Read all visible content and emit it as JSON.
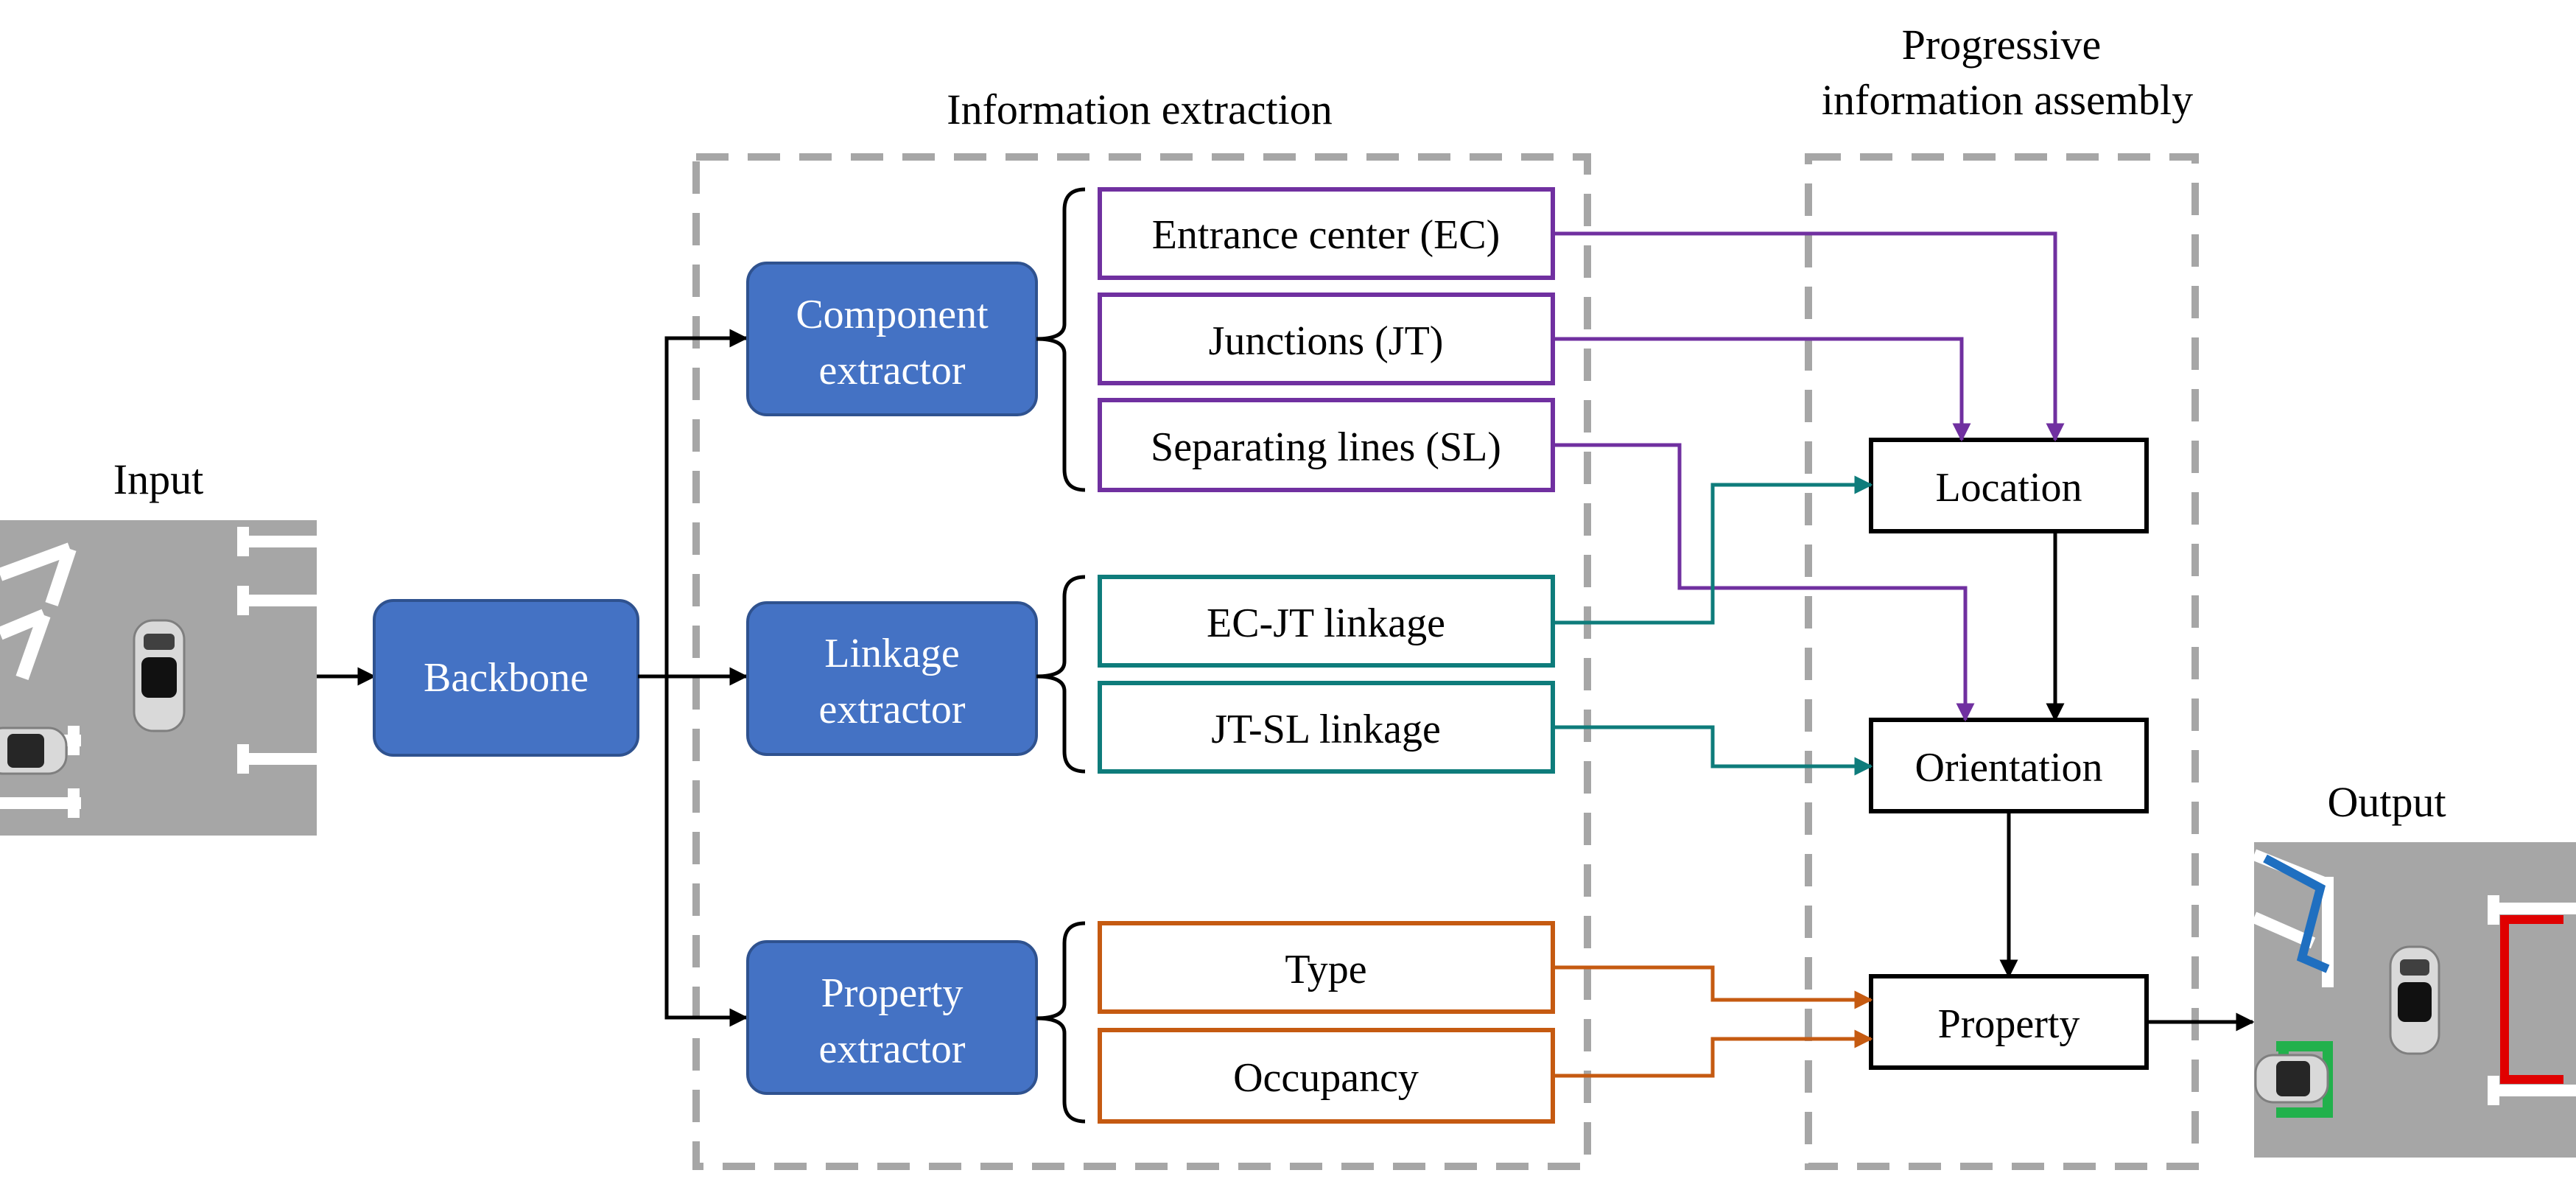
{
  "input_label": "Input",
  "output_label": "Output",
  "backbone": "Backbone",
  "groups": {
    "extraction_title": "Information extraction",
    "assembly_title_line1": "Progressive",
    "assembly_title_line2": "information assembly"
  },
  "extractors": {
    "component": [
      "Component",
      "extractor"
    ],
    "linkage": [
      "Linkage",
      "extractor"
    ],
    "property": [
      "Property",
      "extractor"
    ]
  },
  "outputs": {
    "ec": "Entrance center (EC)",
    "jt": "Junctions (JT)",
    "sl": "Separating lines (SL)",
    "ecjt": "EC-JT linkage",
    "jtsl": "JT-SL linkage",
    "type": "Type",
    "occupancy": "Occupancy"
  },
  "assembly": {
    "location": "Location",
    "orientation": "Orientation",
    "property": "Property"
  },
  "colors": {
    "blue_box": "#4472C4",
    "blue_border": "#2F528F",
    "purple": "#7030A0",
    "teal": "#0E7C7B",
    "orange": "#C55A11",
    "dashed": "#A6A6A6",
    "black": "#000000",
    "pavement": "#A6A6A6",
    "slot_blue": "#1F6FC0",
    "slot_green": "#22B14C",
    "slot_red": "#E00000"
  }
}
